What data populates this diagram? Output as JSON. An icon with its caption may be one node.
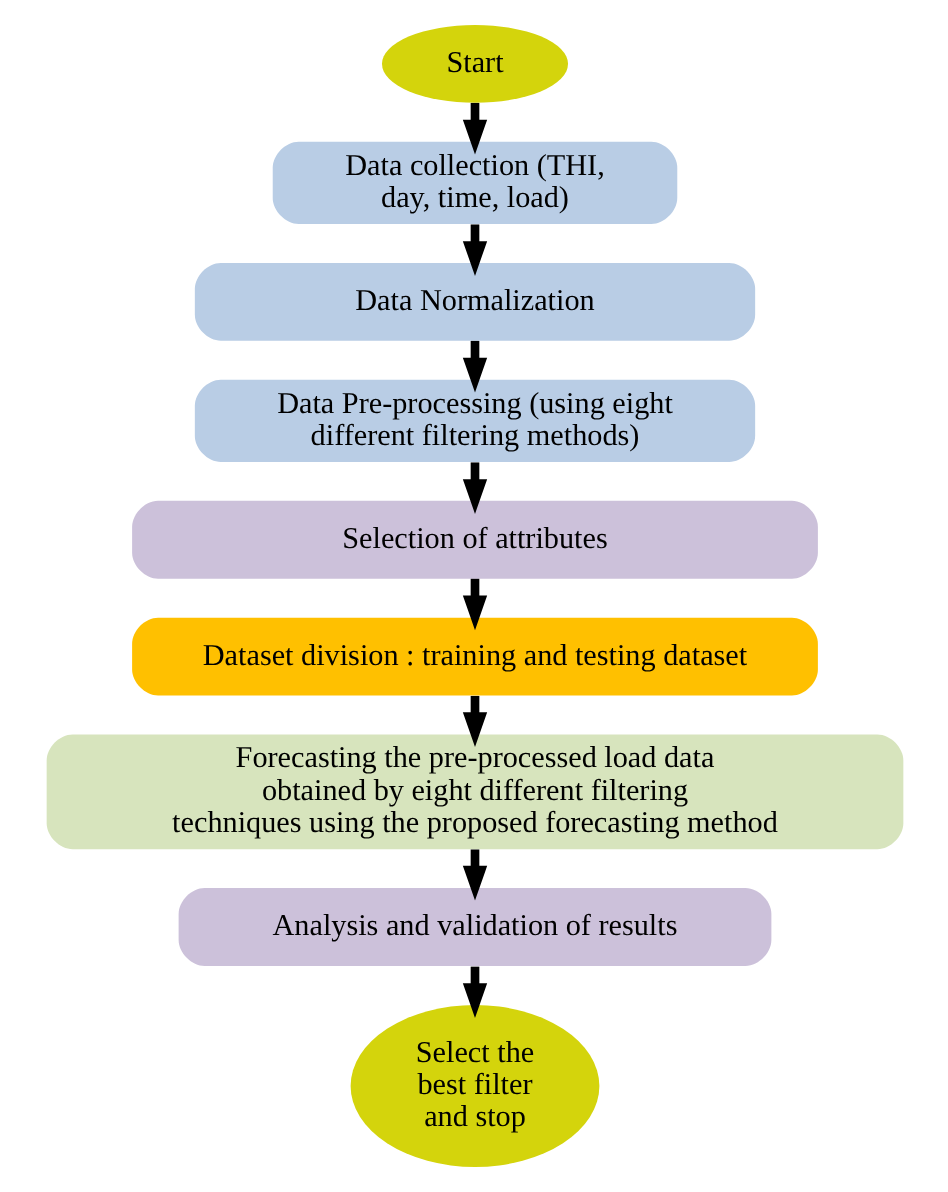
{
  "diagram": {
    "nodes": [
      {
        "text": [
          "Start"
        ]
      },
      {
        "text": [
          "Data collection (THI, day, time, load)"
        ]
      },
      {
        "text": [
          "Data Normalization"
        ]
      },
      {
        "text": [
          "Data Pre-processing (using eight different filtering methods)"
        ]
      },
      {
        "text": [
          "Selection of attributes"
        ]
      },
      {
        "text": [
          "Dataset division : training and testing dataset"
        ]
      },
      {
        "text": [
          "Forecasting the pre-processed load data obtained by eight different filtering techniques using the proposed forecasting method"
        ]
      },
      {
        "text": [
          "Analysis and validation of results"
        ]
      },
      {
        "text": [
          "Select the best filter and stop"
        ]
      }
    ],
    "edges": [
      {
        "from": 0,
        "to": 1,
        "arrow": "to"
      },
      {
        "from": 1,
        "to": 2,
        "arrow": "to"
      },
      {
        "from": 2,
        "to": 3,
        "arrow": "to"
      },
      {
        "from": 3,
        "to": 4,
        "arrow": "to"
      },
      {
        "from": 4,
        "to": 5,
        "arrow": "to"
      },
      {
        "from": 5,
        "to": 6,
        "arrow": "to"
      },
      {
        "from": 6,
        "to": 7,
        "arrow": "to"
      },
      {
        "from": 7,
        "to": 8,
        "arrow": "to"
      }
    ]
  }
}
